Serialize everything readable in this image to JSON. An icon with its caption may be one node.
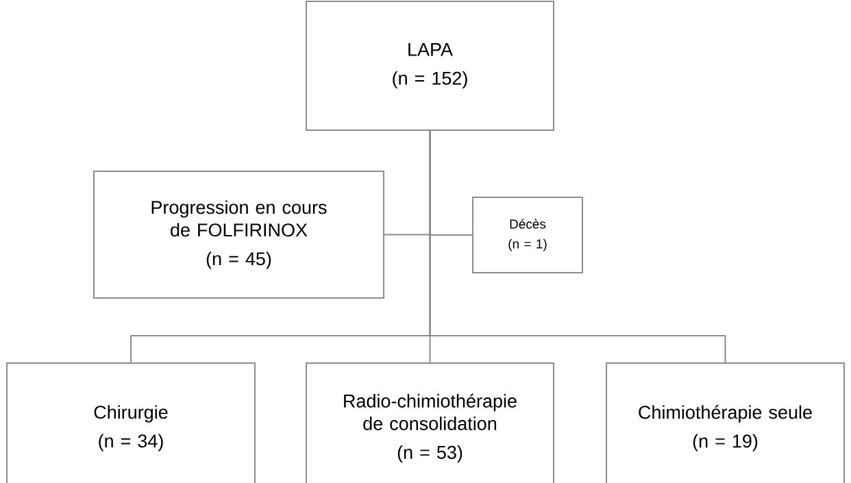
{
  "diagram": {
    "nodes": [
      {
        "text": [
          "LAPA",
          "(n = 152)"
        ]
      },
      {
        "text": [
          "Progression en cours de FOLFIRINOX",
          "(n = 45)"
        ]
      },
      {
        "text": [
          "Décès",
          "(n = 1)"
        ]
      },
      {
        "text": [
          "Chirurgie",
          "(n = 34)"
        ]
      },
      {
        "text": [
          "Radio-chimiothérapie de consolidation",
          "(n = 53)"
        ]
      },
      {
        "text": [
          "Chimiothérapie seule",
          "(n = 19)"
        ]
      }
    ],
    "edges": [
      {
        "from": 0,
        "to": 1,
        "arrow": "none"
      },
      {
        "from": 0,
        "to": 2,
        "arrow": "none"
      },
      {
        "from": 0,
        "to": 3,
        "arrow": "none"
      },
      {
        "from": 0,
        "to": 4,
        "arrow": "none"
      },
      {
        "from": 0,
        "to": 5,
        "arrow": "none"
      }
    ]
  }
}
